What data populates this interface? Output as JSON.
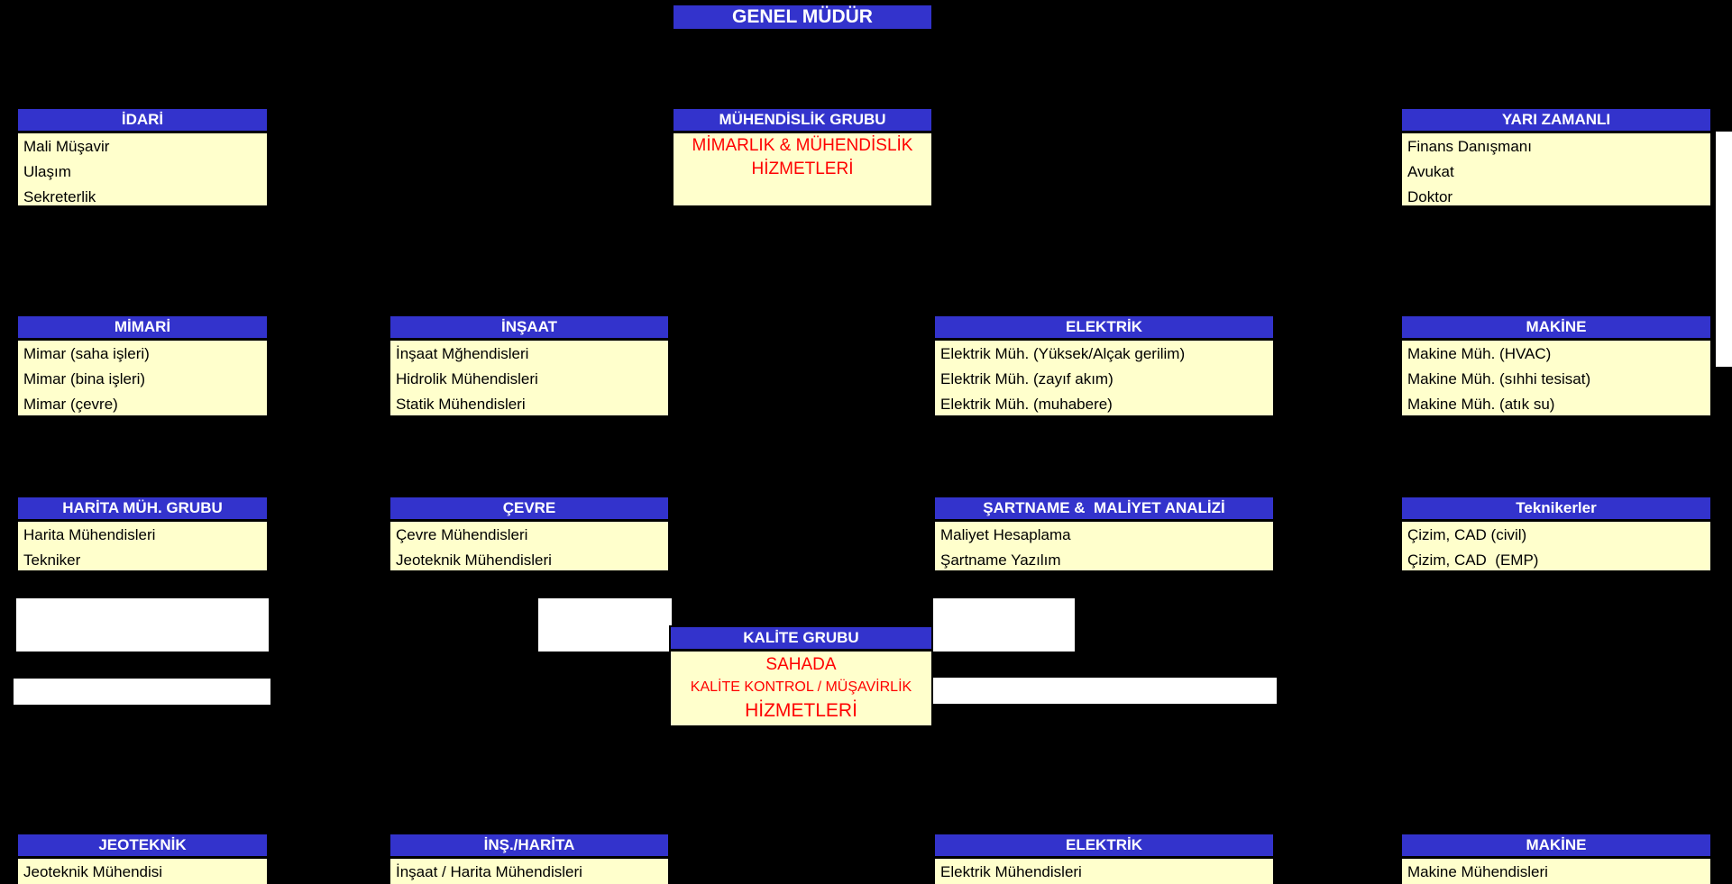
{
  "palette": {
    "background": "#000000",
    "header_bg": "#3333CC",
    "header_text": "#FFFFFF",
    "body_bg": "#FFFFCC",
    "body_text": "#000000",
    "highlight_text": "#FF0000",
    "empty_box": "#FFFFFF"
  },
  "boxes": {
    "genel_mudur": {
      "title": "GENEL MÜDÜR"
    },
    "idari": {
      "title": "İDARİ",
      "items": [
        "Mali Müşavir",
        "Ulaşım",
        "Sekreterlik"
      ]
    },
    "muhendislik": {
      "title": "MÜHENDİSLİK GRUBU",
      "lines": [
        "MİMARLIK & MÜHENDİSLİK",
        "HİZMETLERİ"
      ]
    },
    "yari_zamanli": {
      "title": "YARI ZAMANLI",
      "items": [
        "Finans Danışmanı",
        "Avukat",
        "Doktor"
      ]
    },
    "mimari": {
      "title": "MİMARİ",
      "items": [
        "Mimar (saha işleri)",
        "Mimar (bina işleri)",
        "Mimar (çevre)"
      ]
    },
    "insaat": {
      "title": "İNŞAAT",
      "items": [
        "İnşaat Mğhendisleri",
        "Hidrolik Mühendisleri",
        "Statik Mühendisleri"
      ]
    },
    "elektrik": {
      "title": "ELEKTRİK",
      "items": [
        "Elektrik Müh. (Yüksek/Alçak gerilim)",
        "Elektrik Müh. (zayıf akım)",
        "Elektrik Müh. (muhabere)"
      ]
    },
    "makine": {
      "title": "MAKİNE",
      "items": [
        "Makine Müh. (HVAC)",
        "Makine Müh. (sıhhi tesisat)",
        "Makine Müh. (atık su)"
      ]
    },
    "harita": {
      "title": "HARİTA MÜH. GRUBU",
      "items": [
        "Harita Mühendisleri",
        "Tekniker"
      ]
    },
    "cevre": {
      "title": "ÇEVRE",
      "items": [
        "Çevre Mühendisleri",
        "Jeoteknik Mühendisleri"
      ]
    },
    "sartname": {
      "title": "ŞARTNAME &  MALİYET ANALİZİ",
      "items": [
        "Maliyet Hesaplama",
        "Şartname Yazılım"
      ]
    },
    "teknikerler": {
      "title": "Teknikerler",
      "items": [
        "Çizim, CAD (civil)",
        "Çizim, CAD  (EMP)"
      ]
    },
    "kalite": {
      "title": "KALİTE GRUBU",
      "lines": [
        "SAHADA",
        "KALİTE KONTROL / MÜŞAVİRLİK",
        "HİZMETLERİ"
      ]
    },
    "jeoteknik": {
      "title": "JEOTEKNİK",
      "items": [
        "Jeoteknik Mühendisi"
      ]
    },
    "ins_harita": {
      "title": "İNŞ./HARİTA",
      "items": [
        "İnşaat / Harita Mühendisleri"
      ]
    },
    "elektrik_saha": {
      "title": "ELEKTRİK",
      "items": [
        "Elektrik Mühendisleri"
      ]
    },
    "makine_saha": {
      "title": "MAKİNE",
      "items": [
        "Makine Mühendisleri"
      ]
    }
  }
}
